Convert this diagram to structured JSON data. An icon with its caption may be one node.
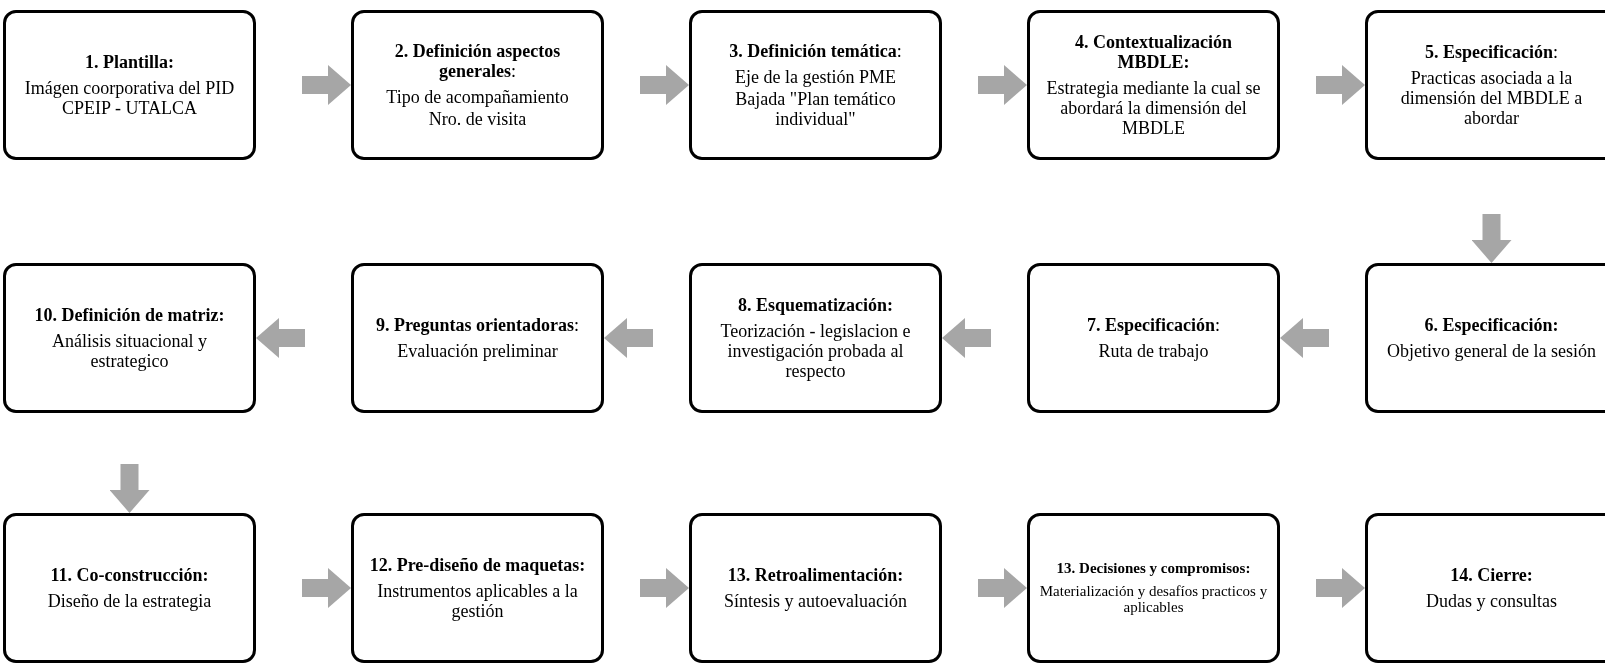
{
  "diagram": {
    "nodes": [
      {
        "text": [
          "1. Plantilla:",
          "Imágen coorporativa del PID CPEIP - UTALCA"
        ]
      },
      {
        "text": [
          "**2. Definición aspectos generales**:",
          "Tipo de acompañamiento",
          "Nro. de visita"
        ]
      },
      {
        "text": [
          "**3. Definición temática**:",
          "Eje de la gestión PME",
          "Bajada \"Plan temático individual\""
        ]
      },
      {
        "text": [
          "4. Contextualización MBDLE:",
          "Estrategia mediante la cual se abordará la dimensión del MBDLE"
        ]
      },
      {
        "text": [
          "**5. Especificación**:",
          "Practicas asociada a la dimensión del MBDLE a abordar"
        ]
      },
      {
        "text": [
          "6. Especificación:",
          "Objetivo general de la sesión"
        ]
      },
      {
        "text": [
          "**7. Especificación**:",
          "Ruta de trabajo"
        ]
      },
      {
        "text": [
          "8. Esquematización:",
          "Teorización - legislacion e investigación probada al respecto"
        ]
      },
      {
        "text": [
          "**9. Preguntas orientadoras**:",
          "Evaluación preliminar"
        ]
      },
      {
        "text": [
          "10. Definición de matriz:",
          "Análisis situacional y estrategico"
        ]
      },
      {
        "text": [
          "11. Co-construcción:",
          "Diseño de la estrategia"
        ]
      },
      {
        "text": [
          "12. Pre-diseño de maquetas:",
          "Instrumentos aplicables a la gestión"
        ]
      },
      {
        "text": [
          "13. Retroalimentación:",
          "Síntesis y autoevaluación"
        ]
      },
      {
        "text": [
          "13. Decisiones y compromisos:",
          "Materialización y desafíos practicos y aplicables"
        ]
      },
      {
        "text": [
          "14. Cierre:",
          "Dudas y consultas"
        ]
      }
    ],
    "edges": [
      {
        "from": 0,
        "to": 1,
        "arrow": "to"
      },
      {
        "from": 1,
        "to": 2,
        "arrow": "to"
      },
      {
        "from": 2,
        "to": 3,
        "arrow": "to"
      },
      {
        "from": 3,
        "to": 4,
        "arrow": "to"
      },
      {
        "from": 4,
        "to": 5,
        "arrow": "to"
      },
      {
        "from": 5,
        "to": 6,
        "arrow": "to"
      },
      {
        "from": 6,
        "to": 7,
        "arrow": "to"
      },
      {
        "from": 7,
        "to": 8,
        "arrow": "to"
      },
      {
        "from": 8,
        "to": 9,
        "arrow": "to"
      },
      {
        "from": 9,
        "to": 10,
        "arrow": "to"
      },
      {
        "from": 10,
        "to": 11,
        "arrow": "to"
      },
      {
        "from": 11,
        "to": 12,
        "arrow": "to"
      },
      {
        "from": 12,
        "to": 13,
        "arrow": "to"
      },
      {
        "from": 13,
        "to": 14,
        "arrow": "to"
      }
    ]
  }
}
